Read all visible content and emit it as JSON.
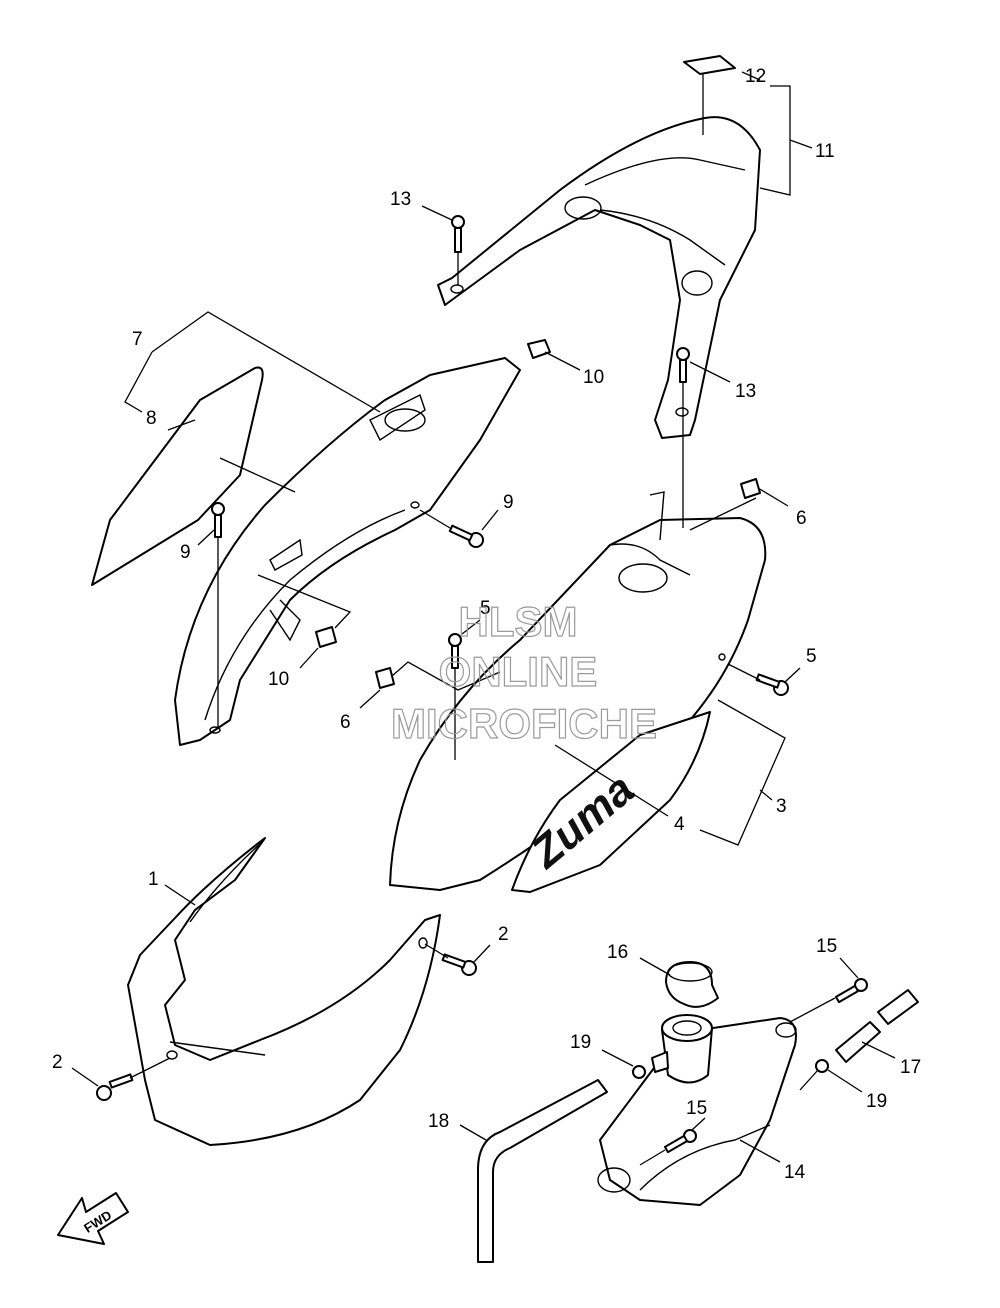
{
  "watermark": {
    "line1": "HLSM",
    "line2": "ONLINE",
    "line3": "MICROFICHE"
  },
  "direction_marker": {
    "label": "FWD",
    "icon": "arrow-left-down-icon"
  },
  "decal_text": "Zuma",
  "callouts": [
    {
      "id": "c1",
      "text": "1"
    },
    {
      "id": "c2a",
      "text": "2"
    },
    {
      "id": "c2b",
      "text": "2"
    },
    {
      "id": "c3",
      "text": "3"
    },
    {
      "id": "c4",
      "text": "4"
    },
    {
      "id": "c5a",
      "text": "5"
    },
    {
      "id": "c5b",
      "text": "5"
    },
    {
      "id": "c6a",
      "text": "6"
    },
    {
      "id": "c6b",
      "text": "6"
    },
    {
      "id": "c7",
      "text": "7"
    },
    {
      "id": "c8",
      "text": "8"
    },
    {
      "id": "c9a",
      "text": "9"
    },
    {
      "id": "c9b",
      "text": "9"
    },
    {
      "id": "c10a",
      "text": "10"
    },
    {
      "id": "c10b",
      "text": "10"
    },
    {
      "id": "c11",
      "text": "11"
    },
    {
      "id": "c12",
      "text": "12"
    },
    {
      "id": "c13a",
      "text": "13"
    },
    {
      "id": "c13b",
      "text": "13"
    },
    {
      "id": "c14",
      "text": "14"
    },
    {
      "id": "c15a",
      "text": "15"
    },
    {
      "id": "c15b",
      "text": "15"
    },
    {
      "id": "c16",
      "text": "16"
    },
    {
      "id": "c17",
      "text": "17"
    },
    {
      "id": "c18",
      "text": "18"
    },
    {
      "id": "c19a",
      "text": "19"
    },
    {
      "id": "c19b",
      "text": "19"
    }
  ]
}
